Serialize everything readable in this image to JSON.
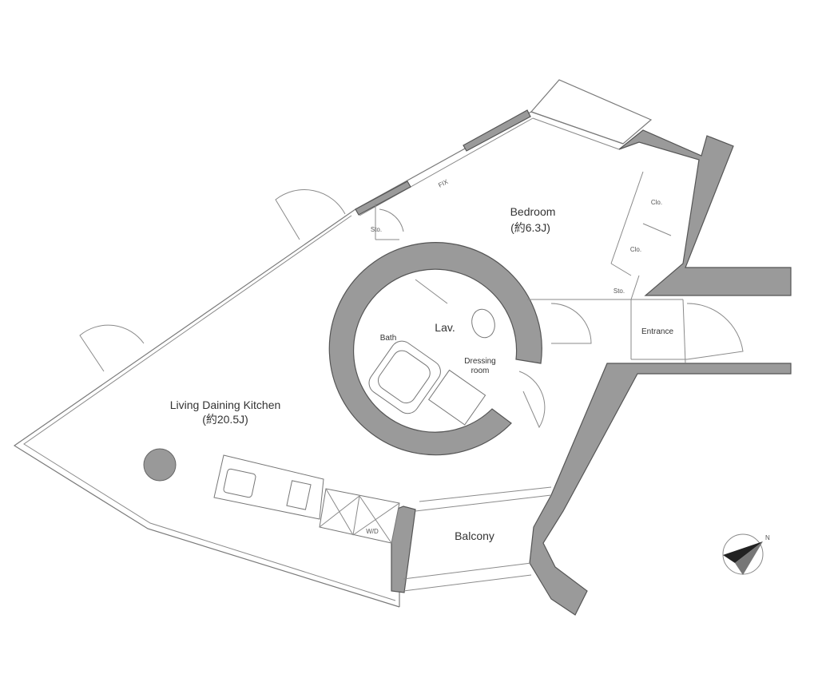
{
  "rooms": {
    "living_title": "Living Daining Kitchen",
    "living_area": "(約20.5J)",
    "bedroom_title": "Bedroom",
    "bedroom_area": "(約6.3J)",
    "bath": "Bath",
    "lav": "Lav.",
    "dressing_line1": "Dressing",
    "dressing_line2": "room",
    "entrance": "Entrance",
    "balcony": "Balcony",
    "sto_left": "Sto.",
    "sto_right": "Sto.",
    "clo_top": "Clo.",
    "clo_bottom": "Clo.",
    "fix": "FIX",
    "wd": "W/D"
  },
  "compass": {
    "north_label": "N",
    "icon": "compass-icon"
  },
  "colors": {
    "wall": "#9a9a9a",
    "line": "#8a8a8a",
    "background": "#ffffff"
  }
}
